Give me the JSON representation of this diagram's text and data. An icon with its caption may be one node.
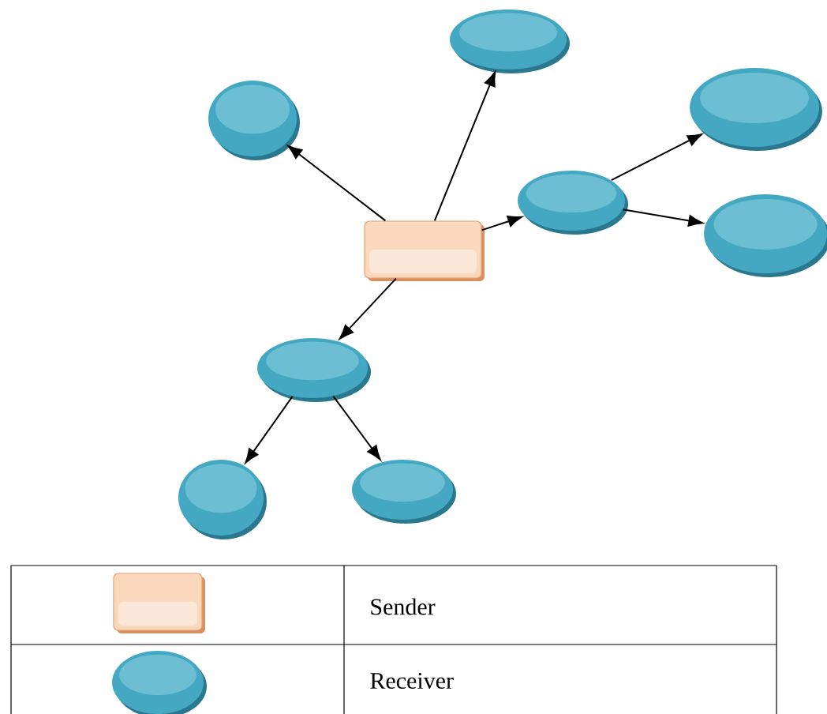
{
  "diagram": {
    "nodes": [
      {
        "text": [],
        "shape": "box"
      },
      {
        "text": [],
        "shape": "ellipse"
      },
      {
        "text": [],
        "shape": "ellipse"
      },
      {
        "text": [],
        "shape": "ellipse"
      },
      {
        "text": [],
        "shape": "ellipse"
      },
      {
        "text": [],
        "shape": "ellipse"
      },
      {
        "text": [],
        "shape": "ellipse"
      },
      {
        "text": [],
        "shape": "ellipse"
      },
      {
        "text": [],
        "shape": "ellipse"
      }
    ],
    "edges": [
      {
        "from": 0,
        "to": 1,
        "arrow": "to"
      },
      {
        "from": 0,
        "to": 2,
        "arrow": "to"
      },
      {
        "from": 0,
        "to": 3,
        "arrow": "to"
      },
      {
        "from": 3,
        "to": 4,
        "arrow": "to"
      },
      {
        "from": 3,
        "to": 5,
        "arrow": "to"
      },
      {
        "from": 0,
        "to": 6,
        "arrow": "to"
      },
      {
        "from": 6,
        "to": 7,
        "arrow": "to"
      },
      {
        "from": 6,
        "to": 8,
        "arrow": "to"
      }
    ],
    "legend": [
      {
        "text": "Sender"
      },
      {
        "text": "Receiver"
      }
    ]
  }
}
